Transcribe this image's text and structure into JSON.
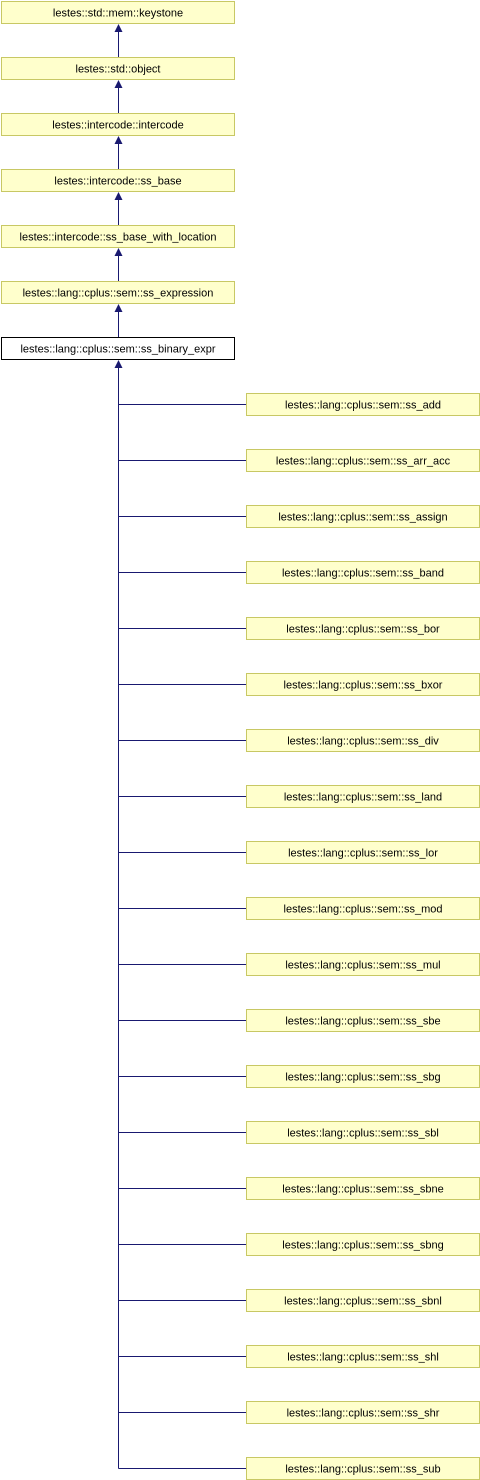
{
  "colors": {
    "node_fill": "#ffffcc",
    "node_border": "#c8c864",
    "focus_fill": "#ffffff",
    "focus_border": "#000000",
    "edge": "#191970"
  },
  "ancestors": [
    {
      "label": "lestes::std::mem::keystone"
    },
    {
      "label": "lestes::std::object"
    },
    {
      "label": "lestes::intercode::intercode"
    },
    {
      "label": "lestes::intercode::ss_base"
    },
    {
      "label": "lestes::intercode::ss_base_with_location"
    },
    {
      "label": "lestes::lang::cplus::sem::ss_expression"
    }
  ],
  "focus": {
    "label": "lestes::lang::cplus::sem::ss_binary_expr"
  },
  "children": [
    {
      "label": "lestes::lang::cplus::sem::ss_add"
    },
    {
      "label": "lestes::lang::cplus::sem::ss_arr_acc"
    },
    {
      "label": "lestes::lang::cplus::sem::ss_assign"
    },
    {
      "label": "lestes::lang::cplus::sem::ss_band"
    },
    {
      "label": "lestes::lang::cplus::sem::ss_bor"
    },
    {
      "label": "lestes::lang::cplus::sem::ss_bxor"
    },
    {
      "label": "lestes::lang::cplus::sem::ss_div"
    },
    {
      "label": "lestes::lang::cplus::sem::ss_land"
    },
    {
      "label": "lestes::lang::cplus::sem::ss_lor"
    },
    {
      "label": "lestes::lang::cplus::sem::ss_mod"
    },
    {
      "label": "lestes::lang::cplus::sem::ss_mul"
    },
    {
      "label": "lestes::lang::cplus::sem::ss_sbe"
    },
    {
      "label": "lestes::lang::cplus::sem::ss_sbg"
    },
    {
      "label": "lestes::lang::cplus::sem::ss_sbl"
    },
    {
      "label": "lestes::lang::cplus::sem::ss_sbne"
    },
    {
      "label": "lestes::lang::cplus::sem::ss_sbng"
    },
    {
      "label": "lestes::lang::cplus::sem::ss_sbnl"
    },
    {
      "label": "lestes::lang::cplus::sem::ss_shl"
    },
    {
      "label": "lestes::lang::cplus::sem::ss_shr"
    },
    {
      "label": "lestes::lang::cplus::sem::ss_sub"
    }
  ]
}
